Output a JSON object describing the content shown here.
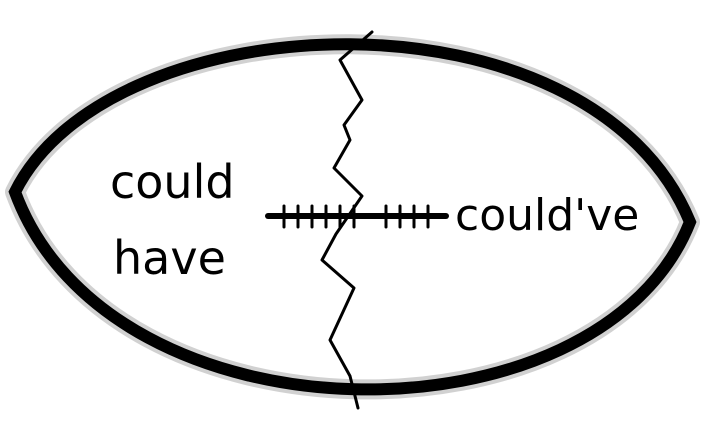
{
  "left_words": {
    "line1": "could",
    "line2": "have"
  },
  "right_word": "could've",
  "colors": {
    "ink": "#000000",
    "background": "#ffffff"
  }
}
